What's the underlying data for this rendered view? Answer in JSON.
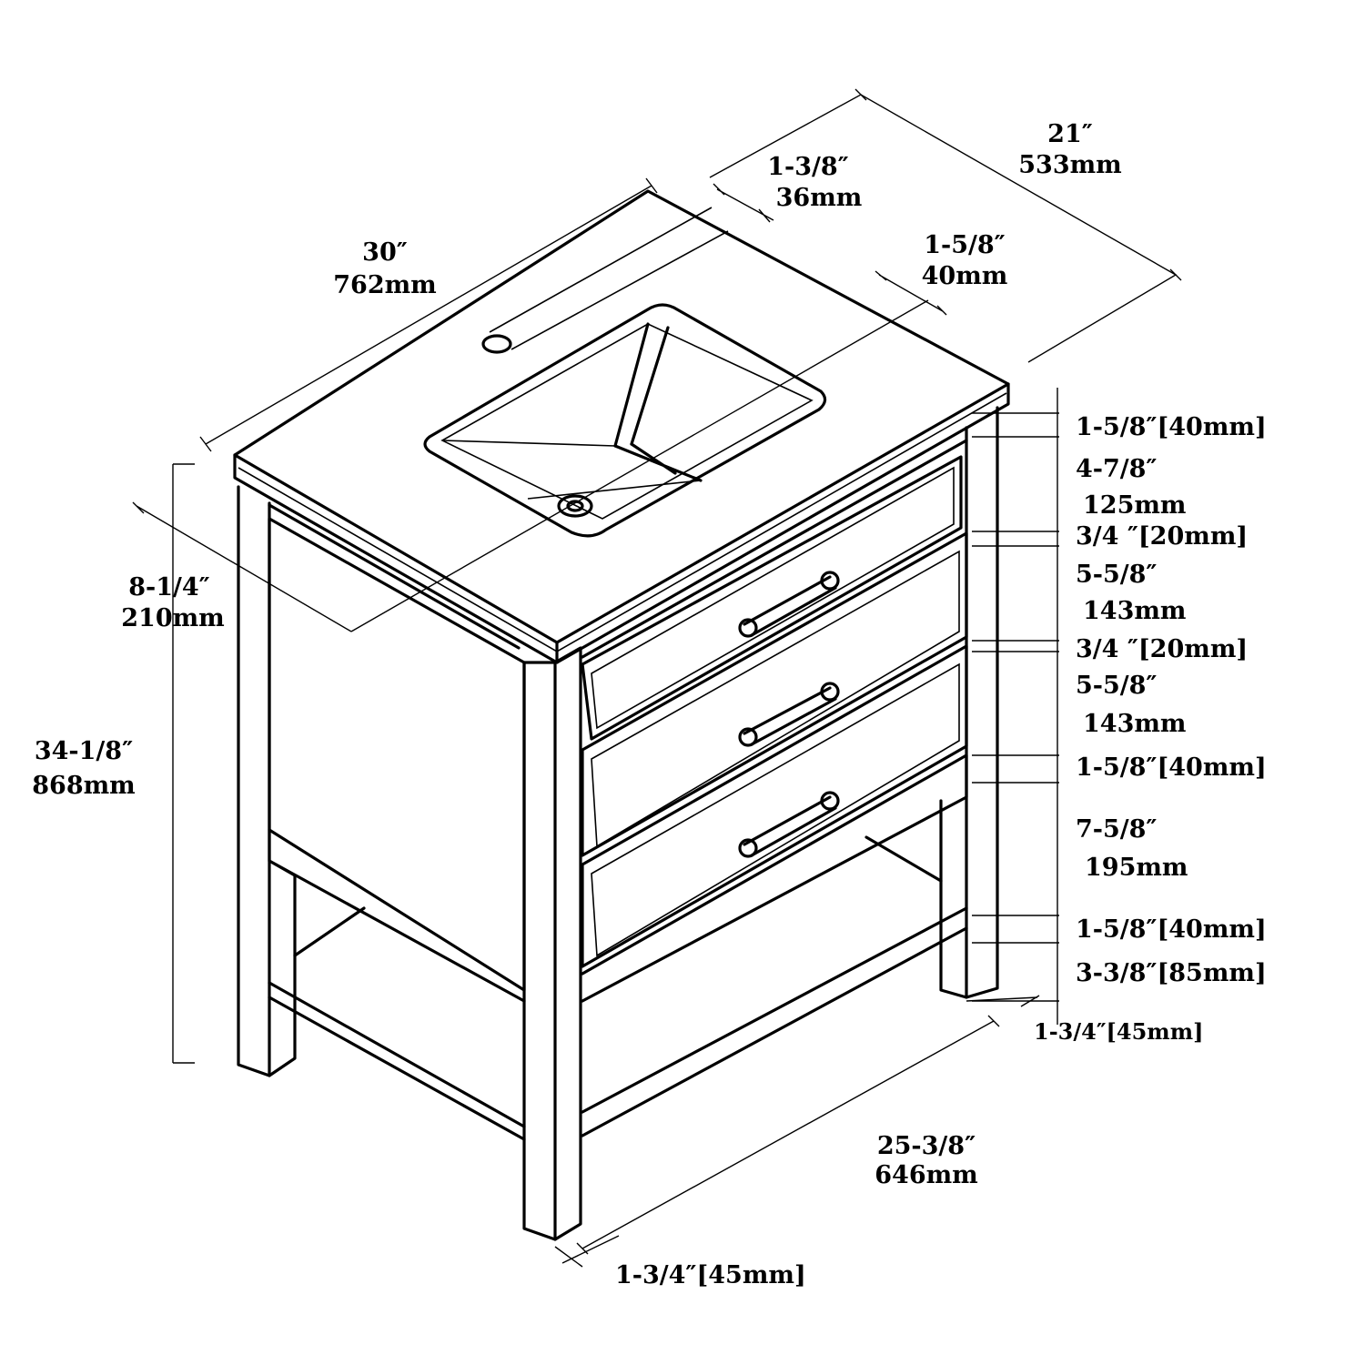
{
  "diagram": {
    "dimensions": {
      "top_width": {
        "line1": "30″",
        "line2": "762mm"
      },
      "faucet_setback": {
        "line1": "1-3/8″",
        "line2": "36mm"
      },
      "top_depth": {
        "line1": "21″",
        "line2": "533mm"
      },
      "basin_setback": {
        "line1": "1-5/8″",
        "line2": "40mm"
      },
      "drain_depth": {
        "line1": "8-1/4″",
        "line2": "210mm"
      },
      "overall_height": {
        "line1": "34-1/8″",
        "line2": "868mm"
      },
      "bottom_width": {
        "line1": "25-3/8″",
        "line2": "646mm"
      },
      "leg_front": {
        "line1": "1-3/4″[45mm]"
      },
      "leg_side": {
        "line1": "1-3/4″[45mm]"
      }
    },
    "vertical_stack": [
      {
        "line1": "1-5/8″[40mm]"
      },
      {
        "line1": "4-7/8″",
        "line2": "125mm"
      },
      {
        "line1": "3/4 ″[20mm]"
      },
      {
        "line1": "5-5/8″",
        "line2": "143mm"
      },
      {
        "line1": "3/4 ″[20mm]"
      },
      {
        "line1": "5-5/8″",
        "line2": "143mm"
      },
      {
        "line1": "1-5/8″[40mm]"
      },
      {
        "line1": "7-5/8″",
        "line2": "195mm"
      },
      {
        "line1": "1-5/8″[40mm]"
      },
      {
        "line1": "3-3/8″[85mm]"
      }
    ]
  }
}
